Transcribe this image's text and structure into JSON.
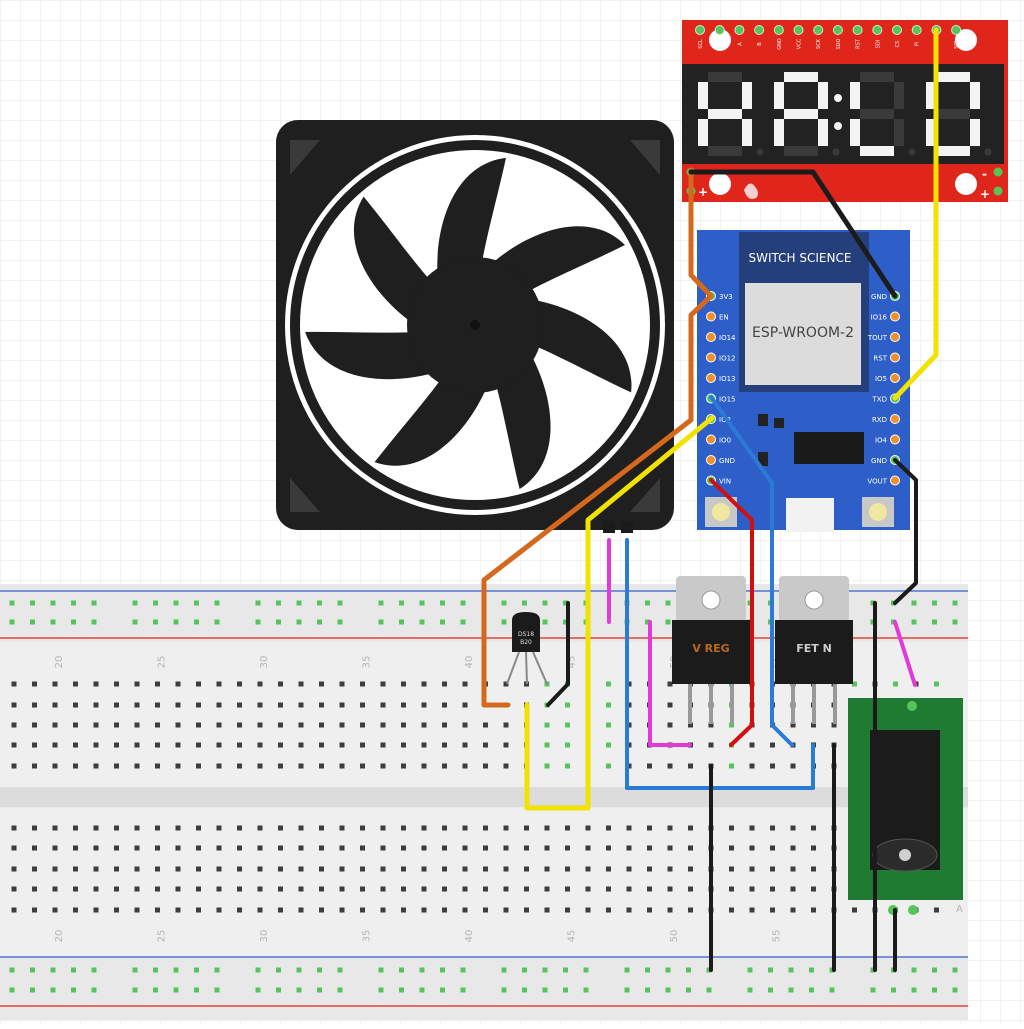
{
  "breadboard": {
    "column_labels_top": [
      "20",
      "25",
      "30",
      "35",
      "40",
      "45",
      "50",
      "55"
    ],
    "column_labels_bottom": [
      "20",
      "25",
      "30",
      "35",
      "40",
      "45",
      "50",
      "55"
    ],
    "row_label_a": "A"
  },
  "display": {
    "pin_labels": [
      "SCL",
      "SDA",
      "A",
      "B",
      "GND",
      "VCC",
      "SCK",
      "SDO",
      "RST",
      "SDI",
      "CS",
      "Pi",
      "SDA",
      "SCL"
    ],
    "digits_text": "HAL0",
    "plus_label": "+",
    "minus_label": "-"
  },
  "esp": {
    "brand": "SWITCH SCIENCE",
    "module": "ESP-WROOM-2",
    "left_pins": [
      "3V3",
      "EN",
      "IO14",
      "IO12",
      "IO13",
      "IO15",
      "IO2",
      "IO0",
      "GND",
      "VIN"
    ],
    "right_pins": [
      "GND",
      "IO16",
      "TOUT",
      "RST",
      "IO5",
      "TXD",
      "RXD",
      "IO4",
      "GND",
      "VOUT"
    ]
  },
  "sensor": {
    "line1": "DS18",
    "line2": "B20"
  },
  "vreg": {
    "label": "V REG"
  },
  "fet": {
    "label": "FET N"
  },
  "colors": {
    "orange": "#d4691e",
    "yellow": "#f2e200",
    "blue": "#2a7bd6",
    "red": "#d10f0f",
    "black": "#1b1b1b",
    "magenta": "#e13ad8",
    "hole_green": "#56c35b",
    "board_red": "#e0261b",
    "board_blue": "#2e5fc9",
    "jack_green": "#1f7a32"
  }
}
